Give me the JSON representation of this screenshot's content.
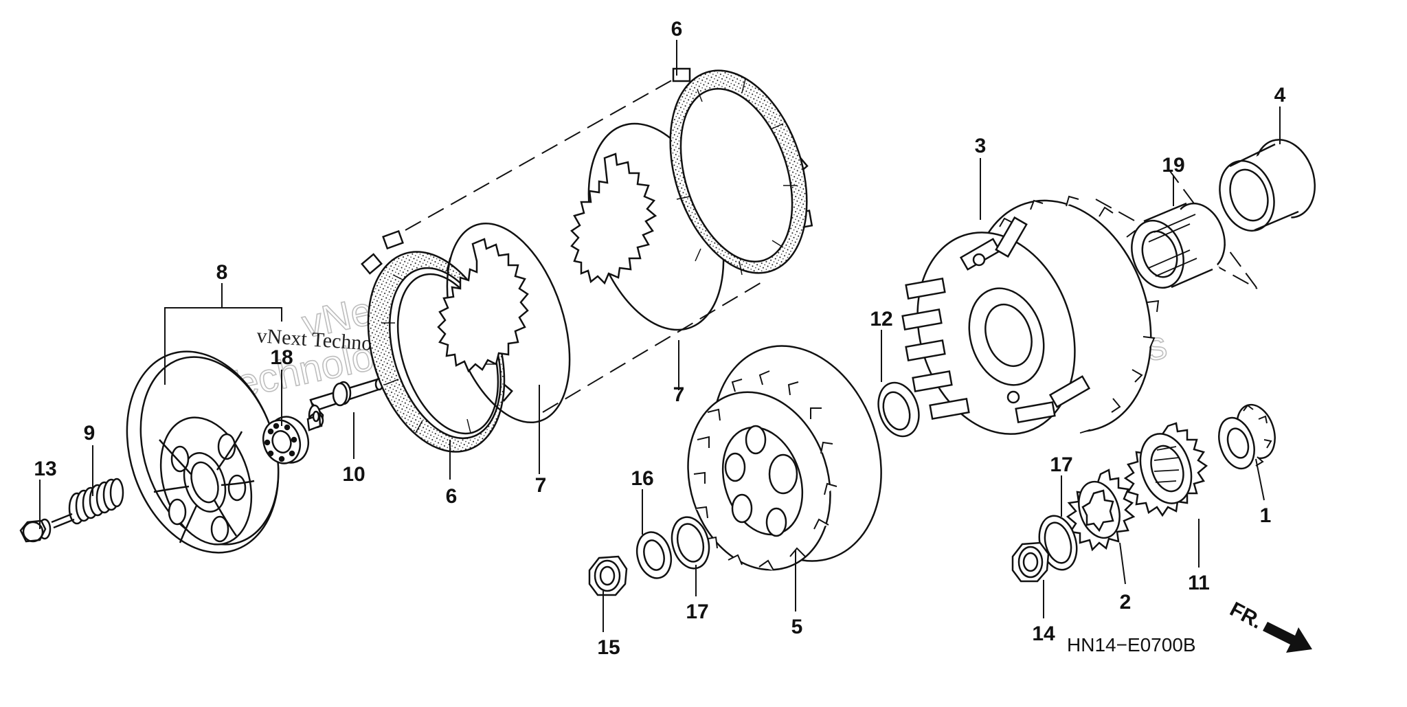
{
  "diagram": {
    "code": "HN14−E0700B",
    "front_label": "FR.",
    "watermark": {
      "line1": "vNext",
      "line2": "Technologies",
      "small": "vNext Technologies"
    },
    "callouts": [
      {
        "id": "c1",
        "text": "1"
      },
      {
        "id": "c2",
        "text": "2"
      },
      {
        "id": "c3",
        "text": "3"
      },
      {
        "id": "c4",
        "text": "4"
      },
      {
        "id": "c5",
        "text": "5"
      },
      {
        "id": "c6a",
        "text": "6"
      },
      {
        "id": "c6b",
        "text": "6"
      },
      {
        "id": "c7a",
        "text": "7"
      },
      {
        "id": "c7b",
        "text": "7"
      },
      {
        "id": "c8",
        "text": "8"
      },
      {
        "id": "c9",
        "text": "9"
      },
      {
        "id": "c10",
        "text": "10"
      },
      {
        "id": "c11",
        "text": "11"
      },
      {
        "id": "c12",
        "text": "12"
      },
      {
        "id": "c13",
        "text": "13"
      },
      {
        "id": "c14",
        "text": "14"
      },
      {
        "id": "c15",
        "text": "15"
      },
      {
        "id": "c16",
        "text": "16"
      },
      {
        "id": "c17a",
        "text": "17"
      },
      {
        "id": "c17b",
        "text": "17"
      },
      {
        "id": "c18",
        "text": "18"
      },
      {
        "id": "c19",
        "text": "19"
      }
    ]
  }
}
